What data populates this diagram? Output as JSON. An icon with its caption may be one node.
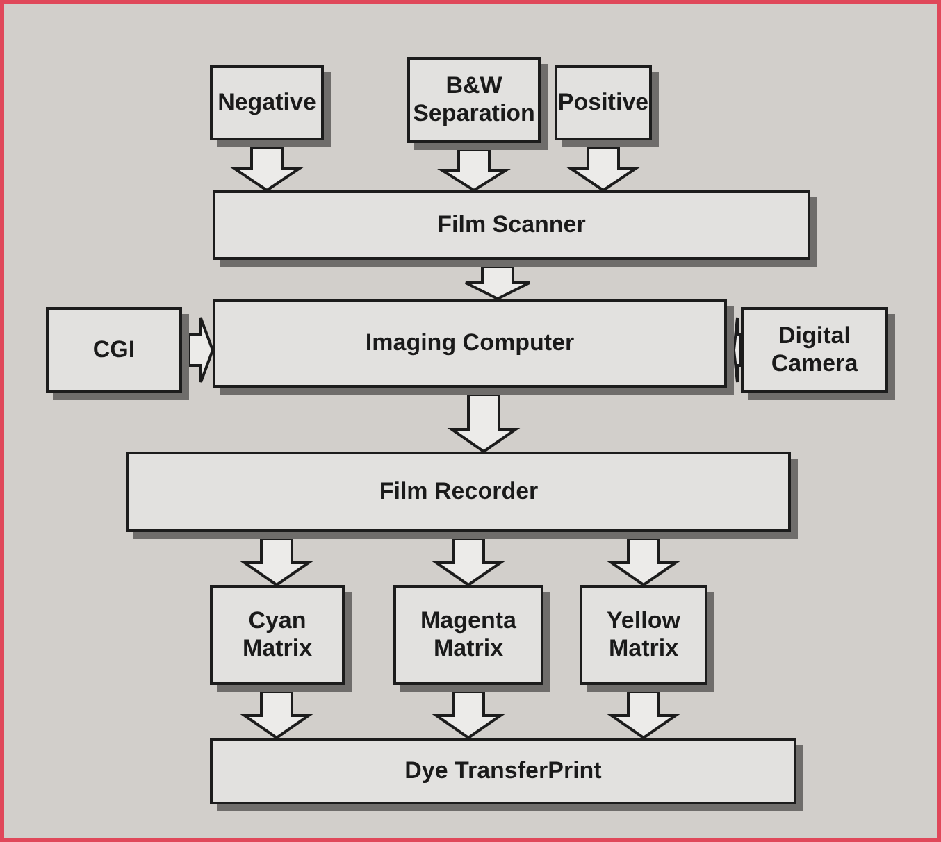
{
  "diagram": {
    "nodes": [
      {
        "text": [
          "Negative"
        ]
      },
      {
        "text": [
          "B&W Separation"
        ]
      },
      {
        "text": [
          "Positive"
        ]
      },
      {
        "text": [
          "Film Scanner"
        ]
      },
      {
        "text": [
          "CGI"
        ]
      },
      {
        "text": [
          "Imaging Computer"
        ]
      },
      {
        "text": [
          "Digital Camera"
        ]
      },
      {
        "text": [
          "Film Recorder"
        ]
      },
      {
        "text": [
          "Cyan Matrix"
        ]
      },
      {
        "text": [
          "Magenta Matrix"
        ]
      },
      {
        "text": [
          "Yellow Matrix"
        ]
      },
      {
        "text": [
          "Dye TransferPrint"
        ]
      }
    ],
    "edges": [
      {
        "from": 0,
        "to": 3,
        "arrow": "to"
      },
      {
        "from": 1,
        "to": 3,
        "arrow": "to"
      },
      {
        "from": 2,
        "to": 3,
        "arrow": "to"
      },
      {
        "from": 3,
        "to": 5,
        "arrow": "to"
      },
      {
        "from": 4,
        "to": 5,
        "arrow": "to"
      },
      {
        "from": 6,
        "to": 5,
        "arrow": "to"
      },
      {
        "from": 5,
        "to": 7,
        "arrow": "to"
      },
      {
        "from": 7,
        "to": 8,
        "arrow": "to"
      },
      {
        "from": 7,
        "to": 9,
        "arrow": "to"
      },
      {
        "from": 7,
        "to": 10,
        "arrow": "to"
      },
      {
        "from": 8,
        "to": 11,
        "arrow": "to"
      },
      {
        "from": 9,
        "to": 11,
        "arrow": "to"
      },
      {
        "from": 10,
        "to": 11,
        "arrow": "to"
      }
    ]
  }
}
